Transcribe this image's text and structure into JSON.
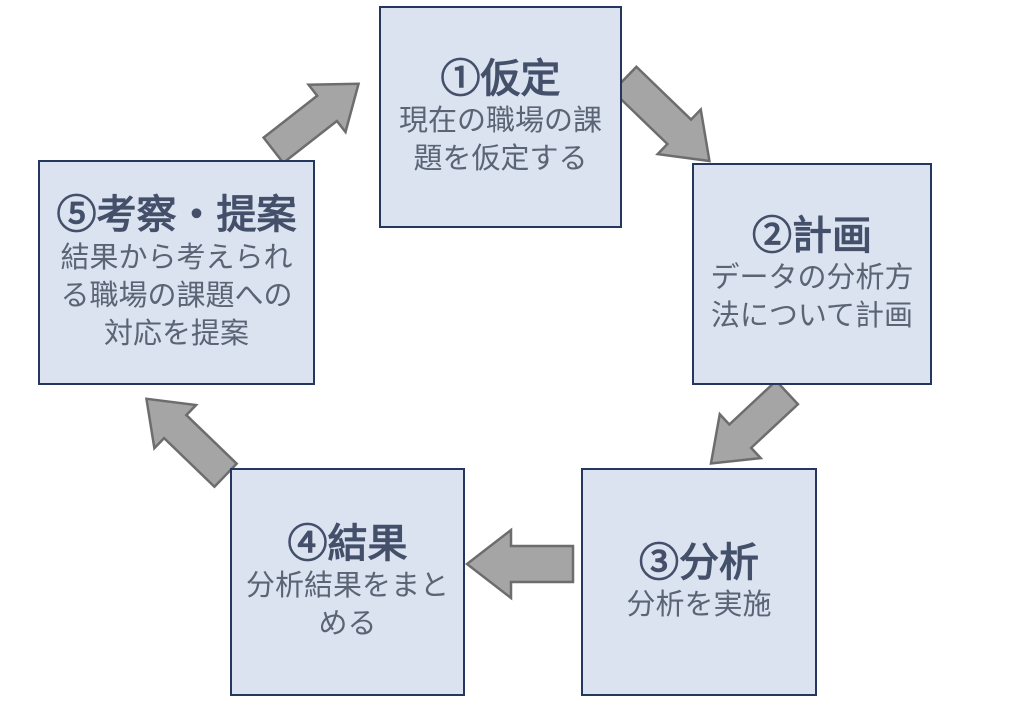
{
  "diagram": {
    "kind": "cycle-diagram",
    "background_color": "#ffffff",
    "colors": {
      "box_fill": "#dbe3f1",
      "box_border": "#26375f",
      "title_text": "#44506a",
      "description_text": "#5a6474",
      "arrow_fill": "#a5a5a5",
      "arrow_border": "#6d6d6d"
    },
    "steps": [
      {
        "title": "①仮定",
        "description": "現在の職場の課題を仮定する",
        "desc_lines": [
          "現在の職場の課",
          "題を仮定する"
        ]
      },
      {
        "title": "②計画",
        "description": "データの分析方法について計画",
        "desc_lines": [
          "データの分析方",
          "法について計画"
        ]
      },
      {
        "title": "③分析",
        "description": "分析を実施",
        "desc_lines": [
          "分析を実施"
        ]
      },
      {
        "title": "④結果",
        "description": "分析結果をまとめる",
        "desc_lines": [
          "分析結果をまと",
          "める"
        ]
      },
      {
        "title": "⑤考察・提案",
        "description": "結果から考えられる職場の課題への対応を提案",
        "desc_lines": [
          "結果から考えられ",
          "る職場の課題への",
          "対応を提案"
        ]
      }
    ],
    "flow": [
      {
        "from": "①仮定",
        "to": "②計画"
      },
      {
        "from": "②計画",
        "to": "③分析"
      },
      {
        "from": "③分析",
        "to": "④結果"
      },
      {
        "from": "④結果",
        "to": "⑤考察・提案"
      },
      {
        "from": "⑤考察・提案",
        "to": "①仮定"
      }
    ]
  }
}
